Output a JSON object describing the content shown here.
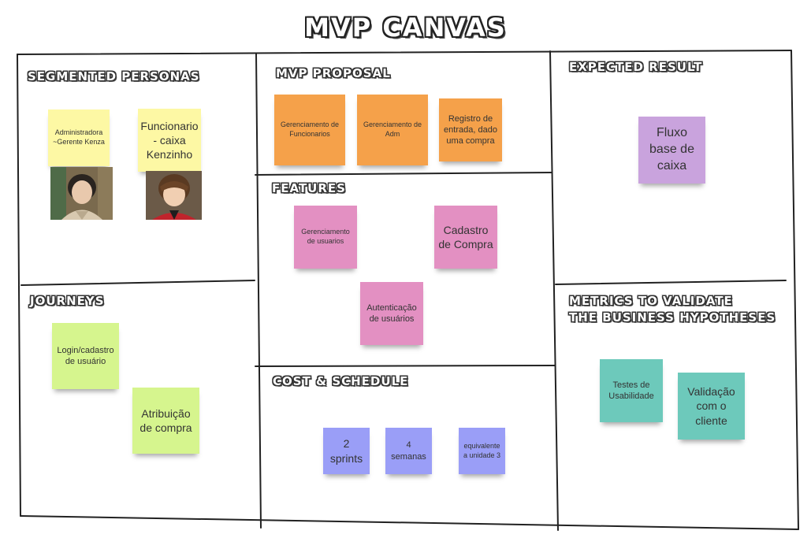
{
  "title": "MVP CANVAS",
  "sections": {
    "segmented_personas": "SEGMENTED PERSONAS",
    "mvp_proposal": "MVP PROPOSAL",
    "expected_result": "EXPECTED RESULT",
    "features": "FEATURES",
    "journeys": "JOURNEYS",
    "metrics_line1": "METRICS TO VALIDATE",
    "metrics_line2": "THE BUSINESS HYPOTHESES",
    "cost_schedule": "COST & SCHEDULE"
  },
  "notes": {
    "persona_admin": "Administradora ~Gerente Kenza",
    "persona_func": "Funcionario - caixa Kenzinho",
    "proposal_1": "Gerenciamento de Funcionarios",
    "proposal_2": "Gerenciamento de Adm",
    "proposal_3": "Registro de entrada, dado uma compra",
    "expected_1": "Fluxo base de caixa",
    "feature_1": "Gerenciamento de usuarios",
    "feature_2": "Cadastro de Compra",
    "feature_3": "Autenticação de usuários",
    "journey_1": "Login/cadastro de usuário",
    "journey_2": "Atribuição de compra",
    "metric_1": "Testes de Usabilidade",
    "metric_2": "Validação com o cliente",
    "cost_1": "2 sprints",
    "cost_2": "4 semanas",
    "cost_3": "equivalente a unidade 3"
  },
  "colors": {
    "yellow": "#fdf8a4",
    "orange": "#f5a14a",
    "pink": "#e390c2",
    "purple": "#c9a3dd",
    "green": "#d6f58e",
    "blue": "#9a9ef7",
    "teal": "#6dc9bb"
  }
}
